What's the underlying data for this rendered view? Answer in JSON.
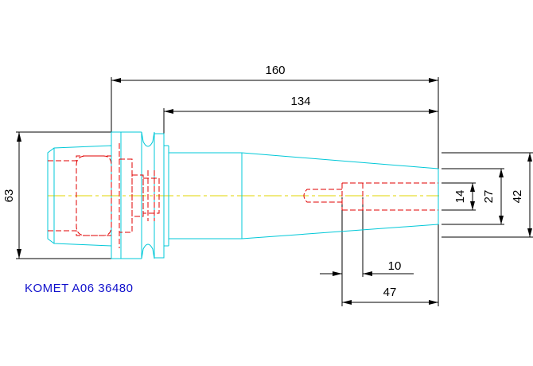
{
  "drawing": {
    "part_label": "KOMET A06 36480",
    "dimensions": {
      "overall_length": "160",
      "shank_length": "134",
      "flange_diameter": "63",
      "bore_diameter": "14",
      "mid_diameter": "27",
      "tip_diameter": "42",
      "thread_length": "10",
      "bore_depth": "47"
    },
    "colors": {
      "outline": "#00c8d8",
      "hidden_lines": "#e00000",
      "centerline": "#e0d400",
      "dimension_lines": "#000000",
      "label_text": "#1010cc"
    }
  }
}
